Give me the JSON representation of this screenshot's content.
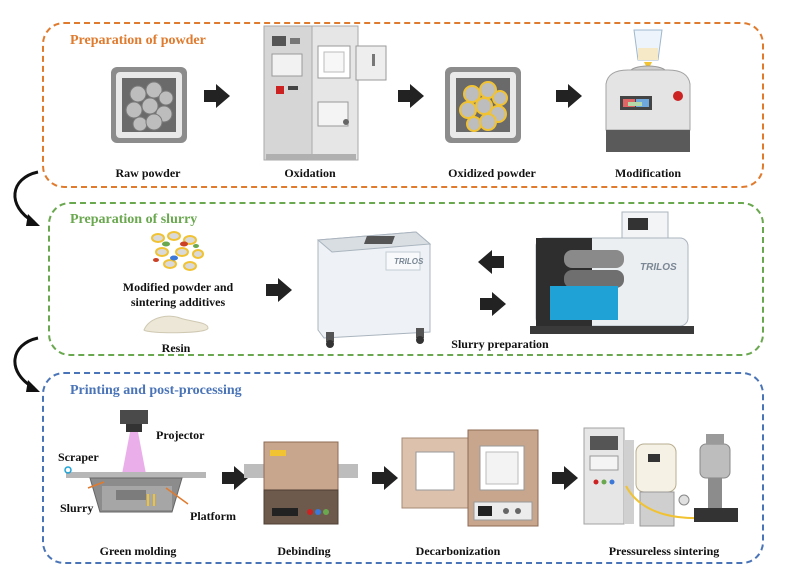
{
  "sections": {
    "powder": {
      "title": "Preparation of powder",
      "color": "#e07b2e",
      "steps": [
        "Raw powder",
        "Oxidation",
        "Oxidized powder",
        "Modification"
      ]
    },
    "slurry": {
      "title": "Preparation of slurry",
      "color": "#6aa84f",
      "labels": {
        "modified": "Modified powder and\nsintering additives",
        "modified_line1": "Modified powder and",
        "modified_line2": "sintering additives",
        "resin": "Resin",
        "slurry_prep": "Slurry preparation",
        "brand1": "TRILOS",
        "brand2": "TRILOS"
      }
    },
    "printing": {
      "title": "Printing and post-processing",
      "color": "#4a74b8",
      "labels": {
        "projector": "Projector",
        "scraper": "Scraper",
        "slurry": "Slurry",
        "platform": "Platform"
      },
      "steps": [
        "Green molding",
        "Debinding",
        "Decarbonization",
        "Pressureless sintering"
      ]
    }
  },
  "colors": {
    "arrow": "#222222",
    "powder_gray": "#9a9a9a",
    "powder_oxidized_outline": "#f1c232",
    "machine_gray": "#d9d9d9",
    "furnace_brown": "#c8a58d",
    "projector_light": "#e6a1e6",
    "mixer_blue": "#1fa3d6"
  }
}
